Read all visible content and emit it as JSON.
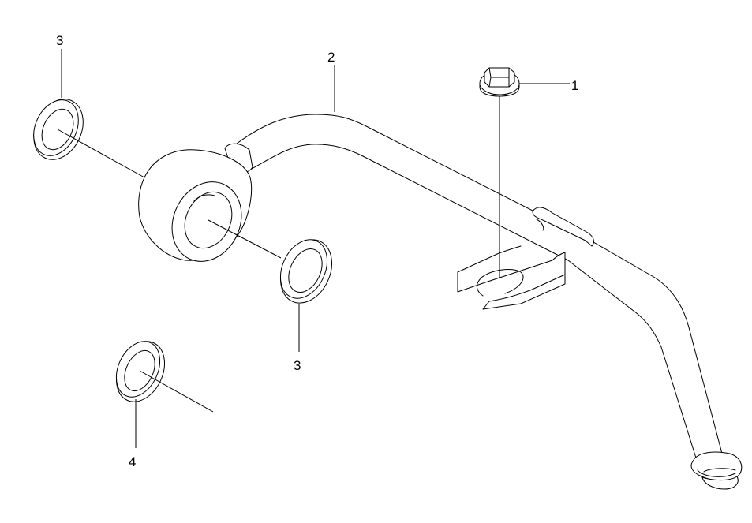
{
  "callouts": {
    "bolt": "1",
    "tube": "2",
    "seal_top_left": "3",
    "seal_middle": "3",
    "gasket": "4"
  },
  "colors": {
    "line": "#000000",
    "background": "#ffffff"
  }
}
